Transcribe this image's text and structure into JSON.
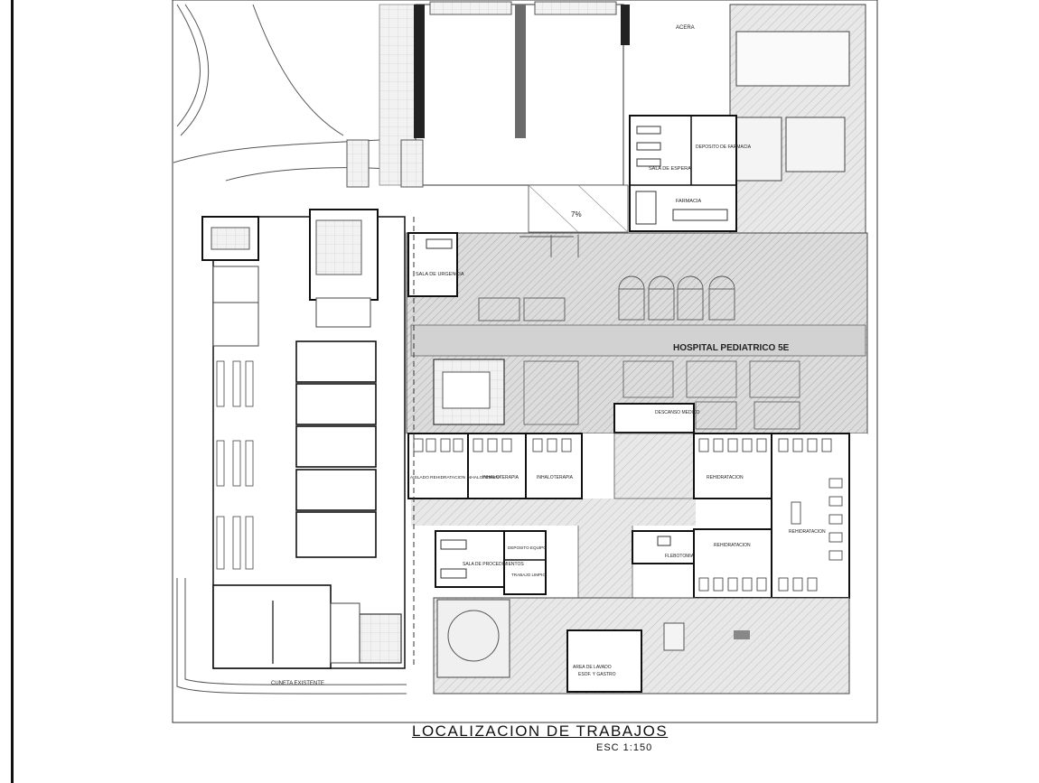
{
  "drawing": {
    "title": "LOCALIZACION DE TRABAJOS",
    "scale": "ESC 1:150",
    "hospital_name": "HOSPITAL PEDIATRICO 5E",
    "street_label": "CUNETA EXISTENTE",
    "sidewalk_label": "ACERA",
    "ramp_label": "7%"
  },
  "rooms": {
    "sala_espera": "SALA DE ESPERA",
    "deposito_farmacia": "DEPOSITO DE FARMACIA",
    "farmacia": "FARMACIA",
    "sala_urgencia": "SALA DE URGENCIA",
    "descanso_medico": "DESCANSO MEDICO",
    "rehidratacion_inhaloterapia": "AISLADO REHIDRATACION INHALOTERAPIA",
    "inhaloterapia_1": "INHALOTERAPIA",
    "inhaloterapia_2": "INHALOTERAPIA",
    "rehidratacion_1": "REHIDRATACION",
    "rehidratacion_2": "REHIDRATACION",
    "rehidratacion_3": "REHIDRATACION",
    "sala_procedimientos": "SALA DE PROCEDIMIENTOS",
    "deposito_equipo": "DEPOSITO EQUIPO",
    "trabajo_limpio": "TRABAJO LIMPIO",
    "flebotomia": "FLEBOTOMIA",
    "area_lavado": "AREA DE LAVADO",
    "area_lavado_sub": "ESOF. Y GASTRO"
  },
  "colors": {
    "line": "#1a1a1a",
    "hatch": "#9a9a9a",
    "floor_gray": "#d9d9d9"
  }
}
